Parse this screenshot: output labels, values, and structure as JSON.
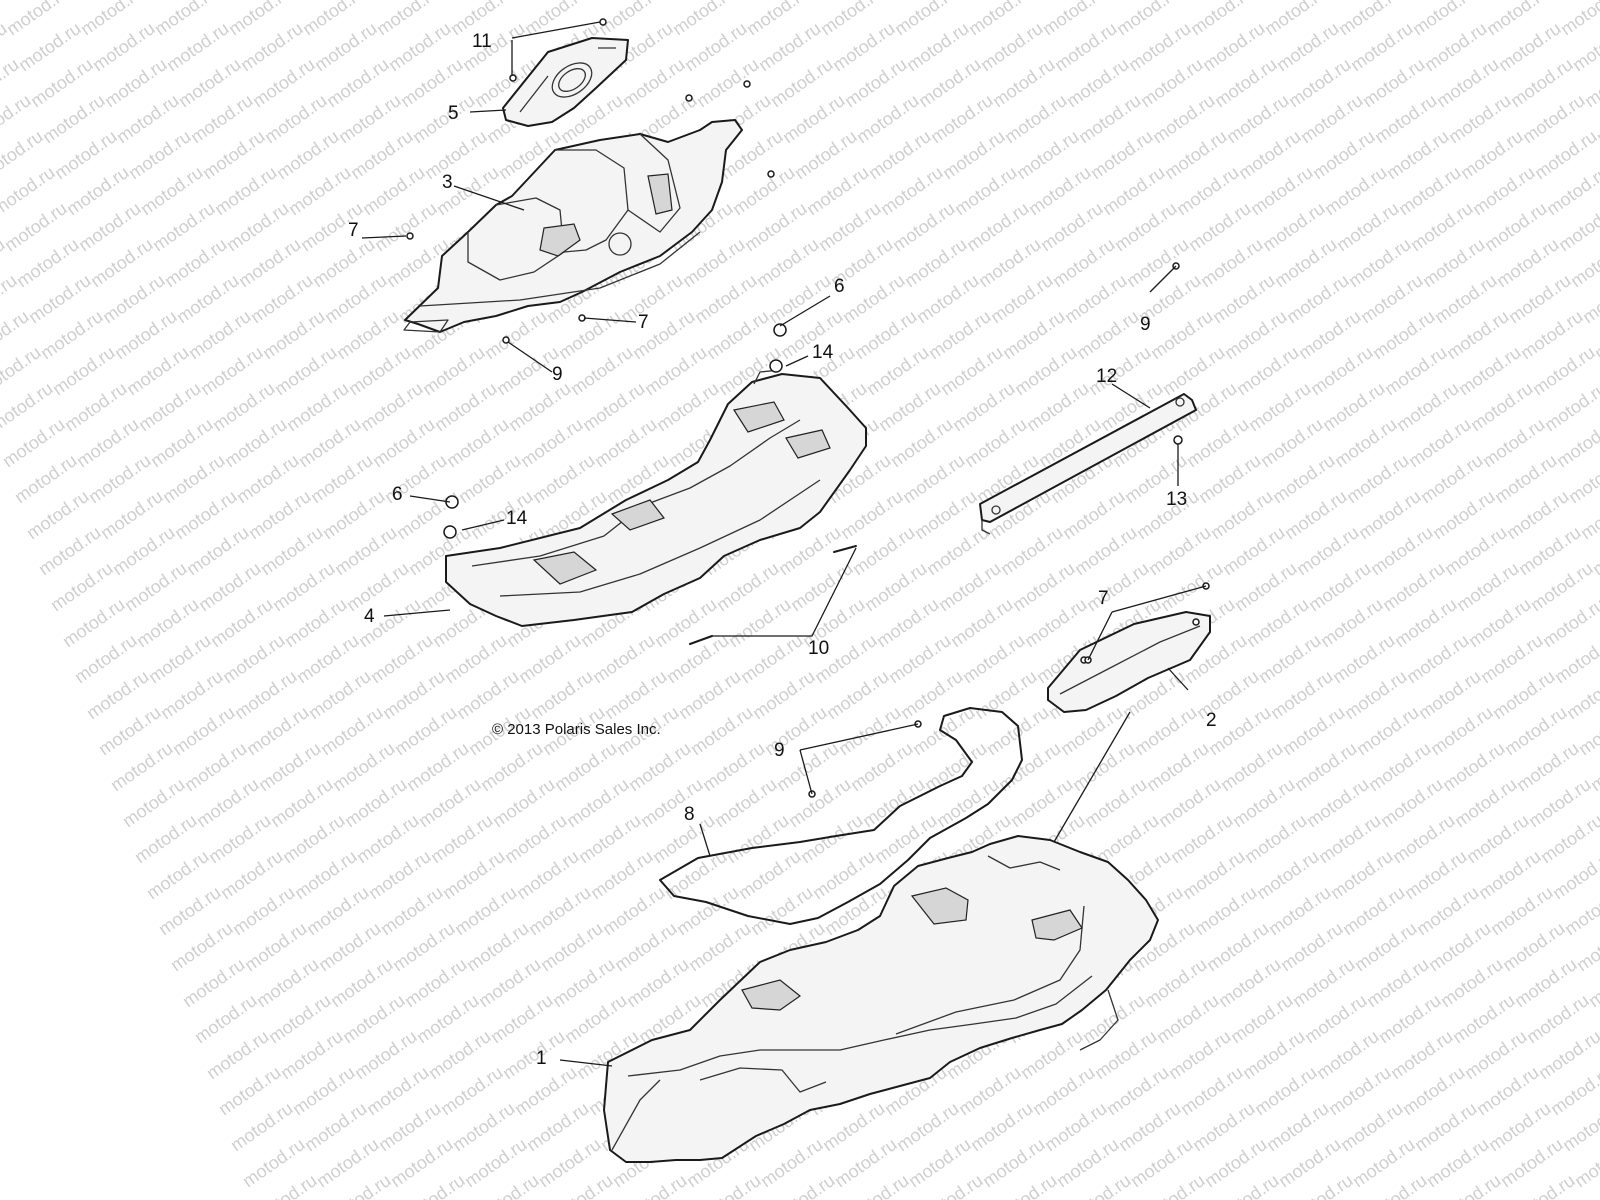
{
  "watermark": {
    "text": "motod.ru"
  },
  "copyright": "© 2013 Polaris Sales Inc.",
  "callouts": {
    "c1": "1",
    "c2": "2",
    "c3": "3",
    "c4": "4",
    "c5": "5",
    "c6a": "6",
    "c6b": "6",
    "c7a": "7",
    "c7b": "7",
    "c7c": "7",
    "c8": "8",
    "c9a": "9",
    "c9b": "9",
    "c9c": "9",
    "c10": "10",
    "c11": "11",
    "c12": "12",
    "c13": "13",
    "c14a": "14",
    "c14b": "14"
  },
  "colors": {
    "line": "#1a1a1a",
    "watermark": "#cfcfcf",
    "background": "#ffffff"
  }
}
